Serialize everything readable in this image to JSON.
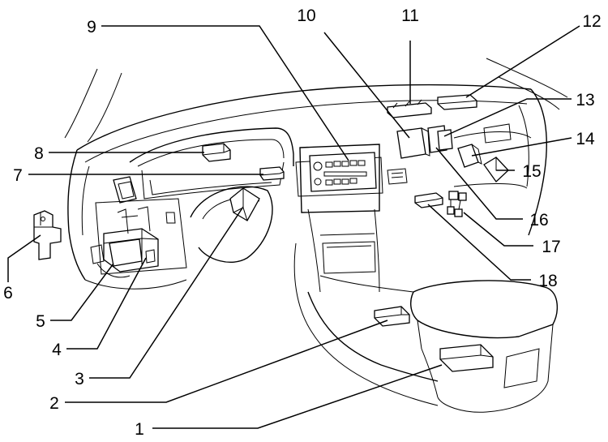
{
  "callouts": [
    {
      "id": 1,
      "label": "1"
    },
    {
      "id": 2,
      "label": "2"
    },
    {
      "id": 3,
      "label": "3"
    },
    {
      "id": 4,
      "label": "4"
    },
    {
      "id": 5,
      "label": "5"
    },
    {
      "id": 6,
      "label": "6"
    },
    {
      "id": 7,
      "label": "7"
    },
    {
      "id": 8,
      "label": "8"
    },
    {
      "id": 9,
      "label": "9"
    },
    {
      "id": 10,
      "label": "10"
    },
    {
      "id": 11,
      "label": "11"
    },
    {
      "id": 12,
      "label": "12"
    },
    {
      "id": 13,
      "label": "13"
    },
    {
      "id": 14,
      "label": "14"
    },
    {
      "id": 15,
      "label": "15"
    },
    {
      "id": 16,
      "label": "16"
    },
    {
      "id": 17,
      "label": "17"
    },
    {
      "id": 18,
      "label": "18"
    }
  ],
  "colors": {
    "line": "#000000",
    "background": "#ffffff"
  }
}
